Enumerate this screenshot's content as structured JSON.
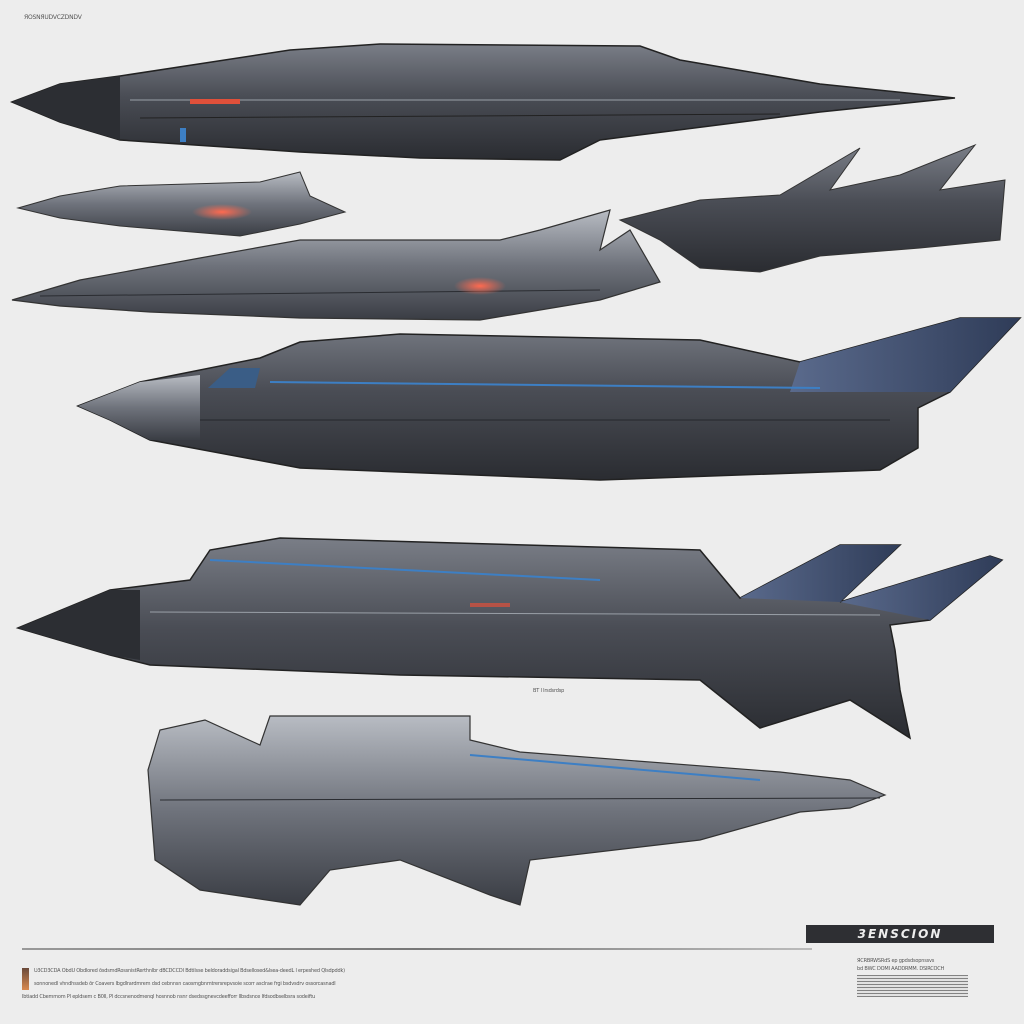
{
  "header": {
    "caption": "ЯOSNЯUDVCZDNDV"
  },
  "logo": {
    "text": "3ENSCION"
  },
  "footer": {
    "lines": [
      "Ʋ3CD3CDA ОbdU Obdlored ōsdsmdRossnistRerthnlbr dBCDCCDI Bdtilsse beldoraddsigal Bdsellosed&lsea-deedL l erpeshed Qlsdpddk)",
      "sonnonedl vhndhssdeb ōr Coavers Ibgdlrardmrem  dsd cebnnsn caosmgbnmtrersrepvsoie  scorr asclrae  frgi bsdvsdrv ossorcasnadl",
      "Ibtiadd Cbemmom Pl epldsem c B0II, Pl dccsnenodmenql hosnnob nsnr dsedssgnevcdeefforr IIbsdsnce Ifdsodbselbsra sodeiftu"
    ],
    "right_lines": [
      "ЯCRBRWSRdS ep gpdsdsopnssvs",
      "bd ВWC DOMI AADDRMM. DSIRCOCH"
    ]
  },
  "mid_label": "BT I  lrsdsrdsp",
  "colors": {
    "hull_dark": "#3c3f46",
    "hull_mid": "#6b6f78",
    "hull_light": "#a9adb5",
    "accent_blue": "#3d7fc4",
    "accent_red": "#e0503a",
    "fin_blue": "#3f4f6e"
  }
}
